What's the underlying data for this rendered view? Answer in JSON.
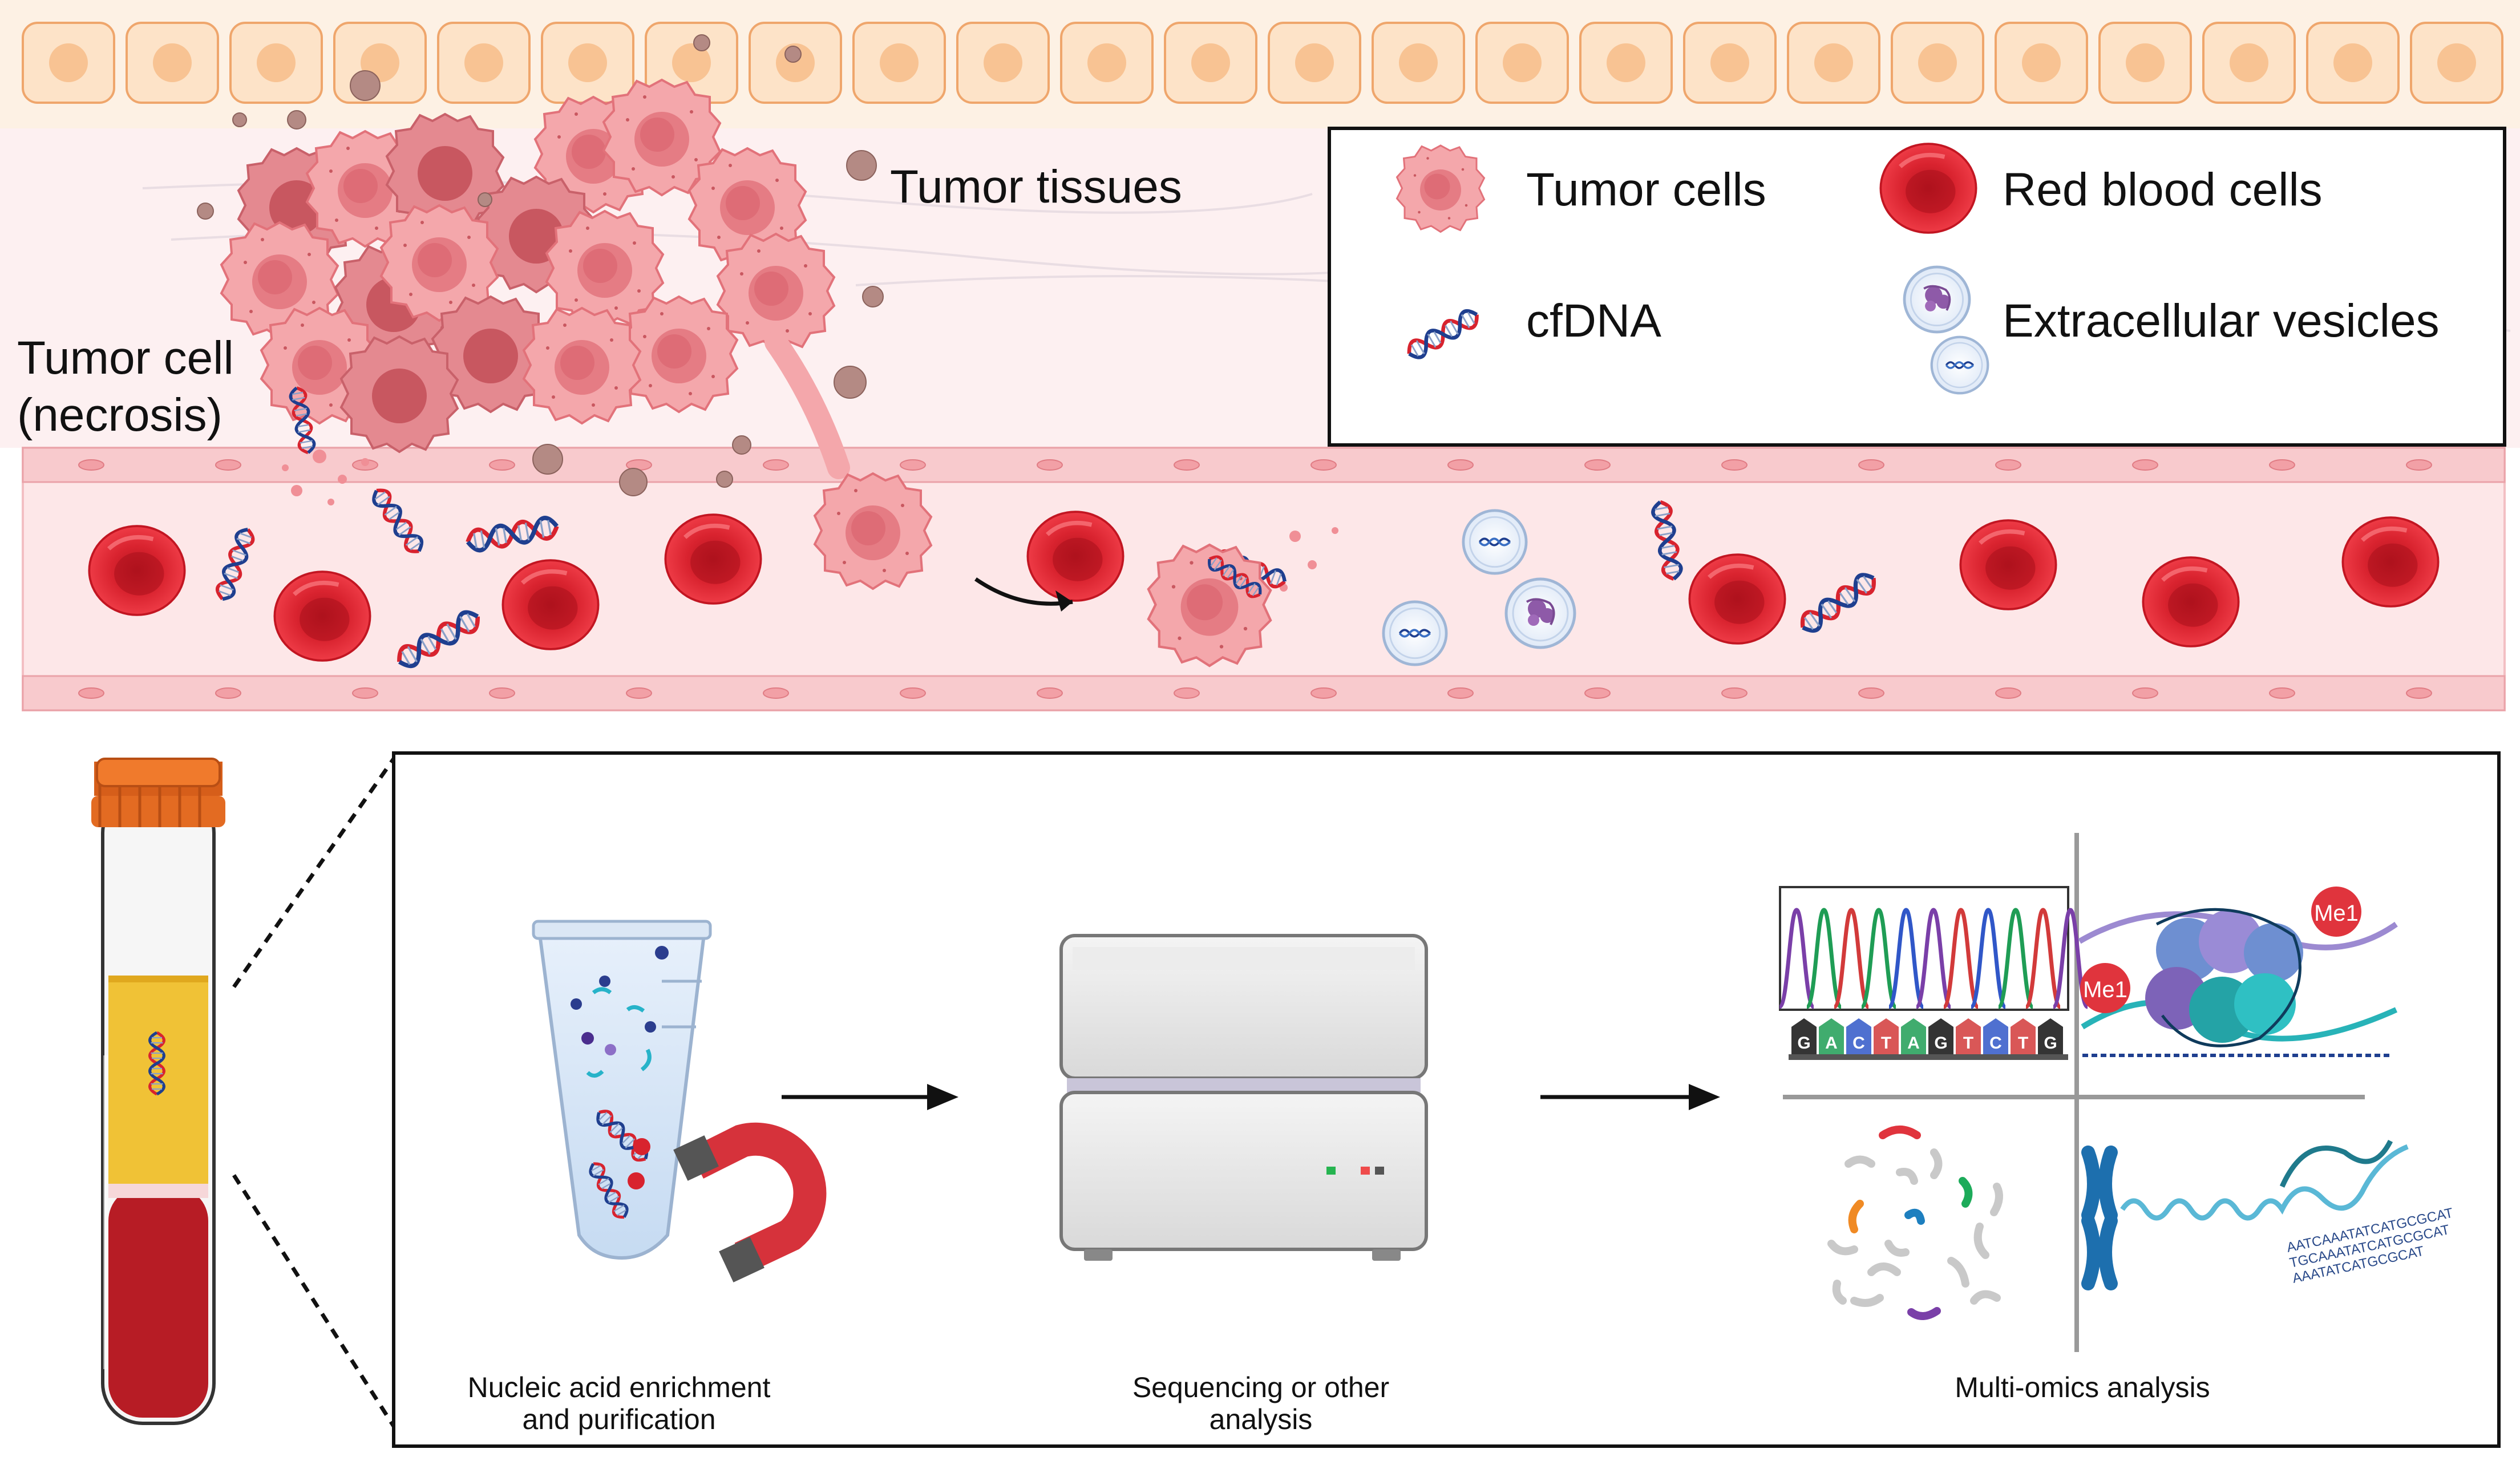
{
  "labels": {
    "tumor_tissues": "Tumor tissues",
    "tumor_cell_necrosis_line1": "Tumor cell",
    "tumor_cell_necrosis_line2": "(necrosis)"
  },
  "legend": {
    "tumor_cells": "Tumor cells",
    "red_blood_cells": "Red blood cells",
    "cfdna": "cfDNA",
    "extracellular_vesicles": "Extracellular vesicles"
  },
  "workflow": {
    "step1_line1": "Nucleic acid enrichment",
    "step1_line2": "and purification",
    "step2_line1": "Sequencing or other",
    "step2_line2": "analysis",
    "step3": "Multi-omics analysis",
    "sequence_letters": [
      "G",
      "A",
      "C",
      "T",
      "A",
      "G",
      "T",
      "C",
      "T",
      "G"
    ],
    "methyl_mark_1": "Me1",
    "methyl_mark_2": "Me1"
  },
  "colors": {
    "tumor_pink": "#f19aa0",
    "rbc_red": "#e32a36",
    "vessel_wall": "#f7c9cc",
    "epithelium": "#fde3c8",
    "tube_cap": "#f07a2c",
    "plasma_yellow": "#f0c236",
    "blood_red": "#b71c25"
  }
}
